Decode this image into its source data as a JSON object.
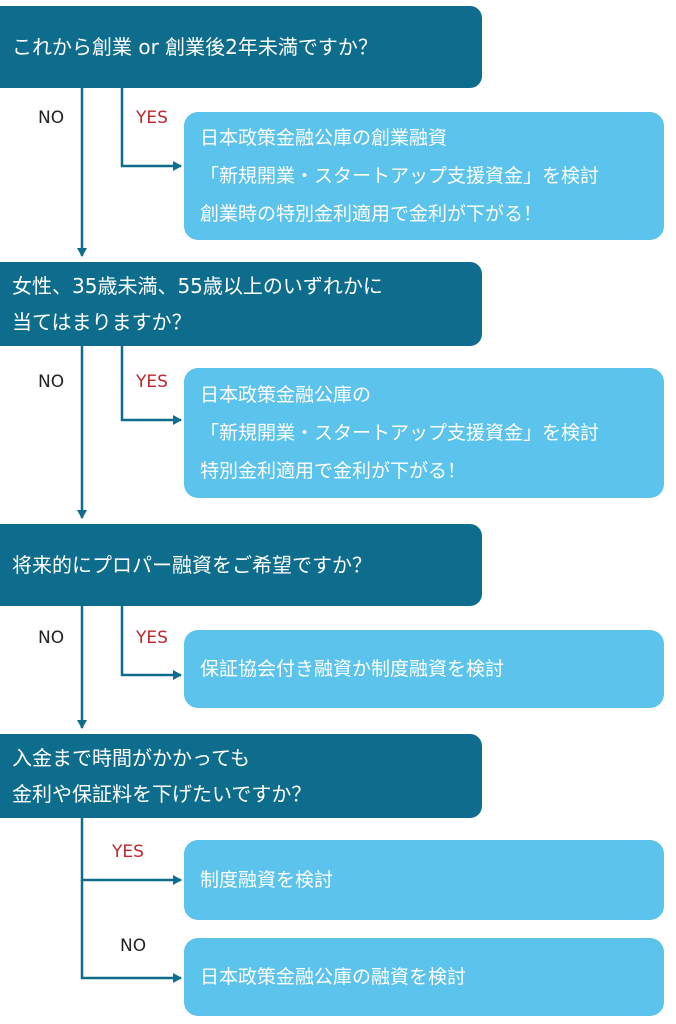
{
  "colors": {
    "question_bg": "#0e6d8c",
    "answer_bg": "#5bc3ec",
    "yes_text": "#c0272d",
    "no_text": "#222222",
    "arrow": "#0e6d8c"
  },
  "labels": {
    "yes": "YES",
    "no": "NO"
  },
  "questions": [
    {
      "lines": [
        "これから創業 or  創業後2年未満ですか？"
      ]
    },
    {
      "lines": [
        "女性、35歳未満、55歳以上のいずれかに",
        "当てはまりますか？"
      ]
    },
    {
      "lines": [
        "将来的にプロパー融資をご希望ですか？"
      ]
    },
    {
      "lines": [
        "入金まで時間がかかっても",
        "金利や保証料を下げたいですか？"
      ]
    }
  ],
  "answers": [
    {
      "lines": [
        "日本政策金融公庫の創業融資",
        "「新規開業・スタートアップ支援資金」を検討",
        "創業時の特別金利適用で金利が下がる！"
      ]
    },
    {
      "lines": [
        "日本政策金融公庫の",
        "「新規開業・スタートアップ支援資金」を検討",
        "特別金利適用で金利が下がる！"
      ]
    },
    {
      "lines": [
        "保証協会付き融資か制度融資を検討"
      ]
    },
    {
      "lines": [
        "制度融資を検討"
      ]
    },
    {
      "lines": [
        "日本政策金融公庫の融資を検討"
      ]
    }
  ]
}
